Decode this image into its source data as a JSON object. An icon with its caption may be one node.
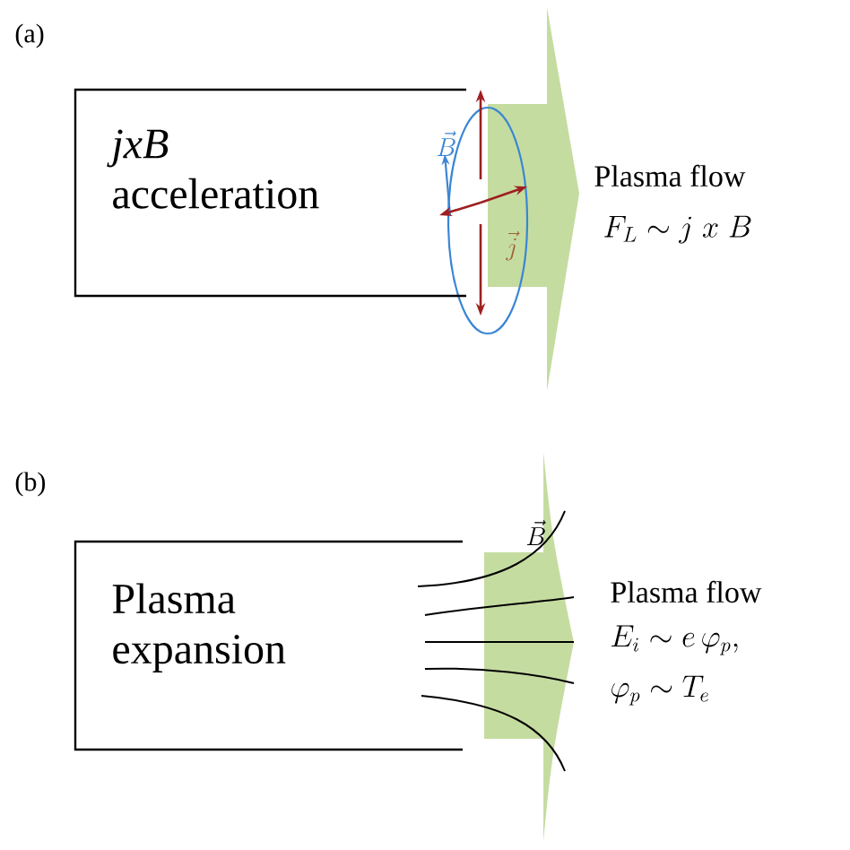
{
  "diagram": {
    "nodes": [
      {
        "text": [
          "*jxB* acceleration"
        ]
      },
      {
        "text": [
          "Plasma expansion"
        ]
      }
    ],
    "labels": [
      "(a)",
      "\\vec{B}",
      "\\vec{j}",
      "Plasma flow",
      "F_L \\sim j\\; x\\; B",
      "(b)",
      "\\vec{B}",
      "Plasma flow",
      "E_i \\sim e\\,\\varphi_p,",
      "\\varphi_p \\sim T_e"
    ]
  }
}
